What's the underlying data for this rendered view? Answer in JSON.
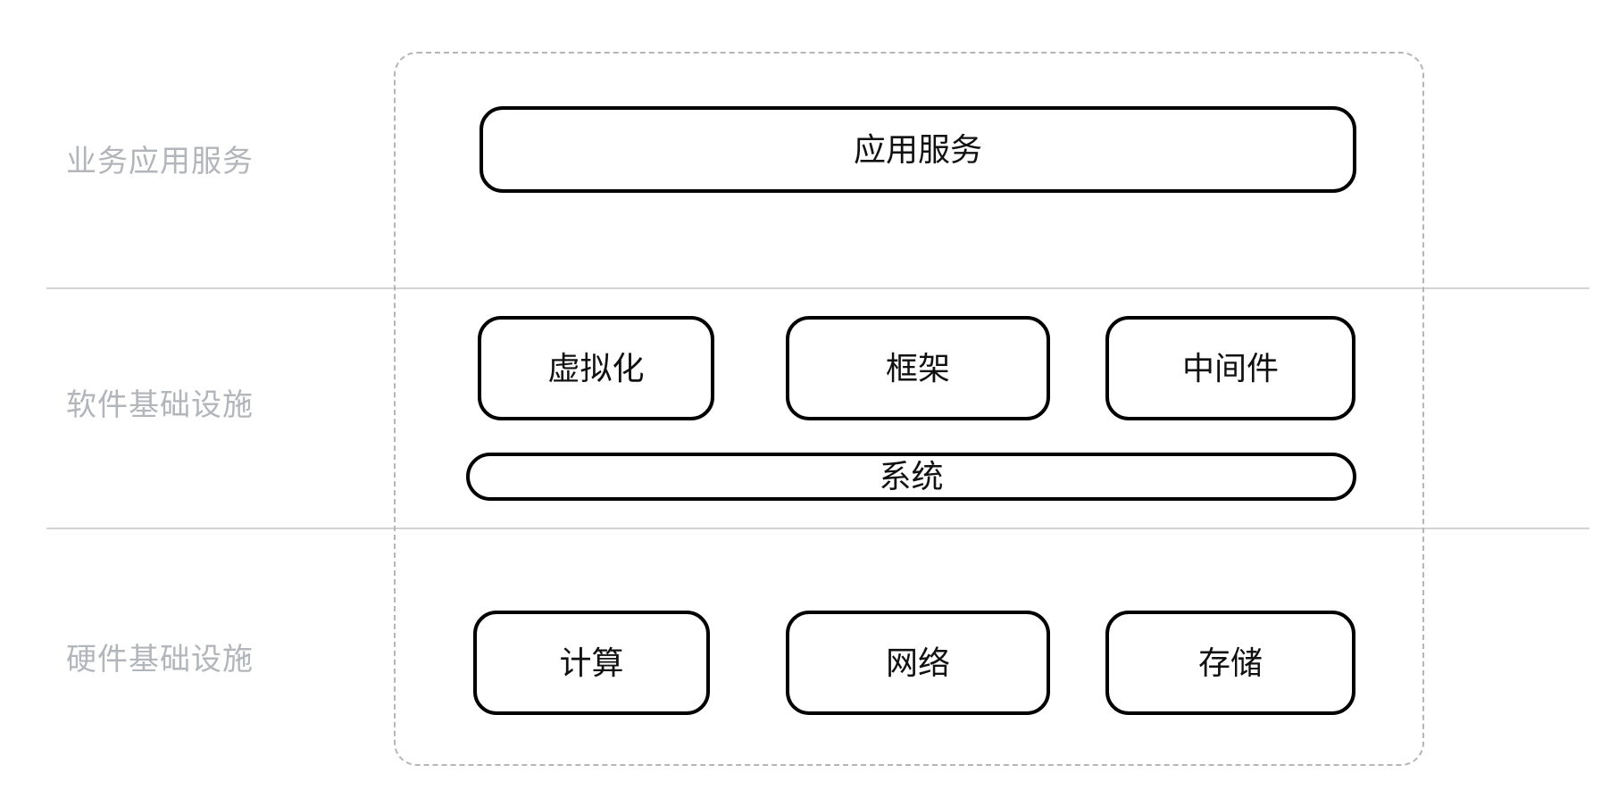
{
  "diagram": {
    "type": "layered-architecture",
    "title": "",
    "background_color": "#ffffff",
    "node_border_color": "#000000",
    "node_text_color": "#111111",
    "tier_label_color": "#b2b5ba",
    "divider_color": "#d3d3d3",
    "container_border_color": "#b6b6b6",
    "container_border_style": "dashed"
  },
  "tiers": [
    {
      "id": "business-application-service",
      "label": "业务应用服务"
    },
    {
      "id": "software-infrastructure",
      "label": "软件基础设施"
    },
    {
      "id": "hardware-infrastructure",
      "label": "硬件基础设施"
    }
  ],
  "nodes": {
    "application_service": {
      "label": "应用服务",
      "tier": "business-application-service"
    },
    "virtualization": {
      "label": "虚拟化",
      "tier": "software-infrastructure"
    },
    "framework": {
      "label": "框架",
      "tier": "software-infrastructure"
    },
    "middleware": {
      "label": "中间件",
      "tier": "software-infrastructure"
    },
    "system": {
      "label": "系统",
      "tier": "software-infrastructure"
    },
    "compute": {
      "label": "计算",
      "tier": "hardware-infrastructure"
    },
    "network": {
      "label": "网络",
      "tier": "hardware-infrastructure"
    },
    "storage": {
      "label": "存储",
      "tier": "hardware-infrastructure"
    }
  }
}
